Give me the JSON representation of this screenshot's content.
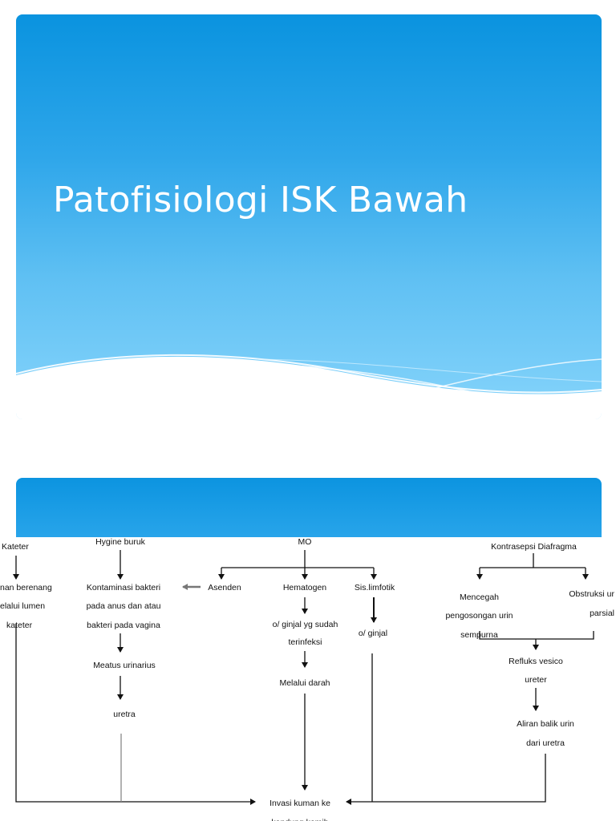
{
  "slide1": {
    "title": "Patofisiologi ISK Bawah"
  },
  "diagram": {
    "kateter": "Kateter",
    "hygine": "Hygine buruk",
    "mo": "MO",
    "kontrasepsi": "Kontrasepsi Diafragma",
    "berenang": [
      "nan berenang",
      "elalui lumen",
      "kateter"
    ],
    "kontaminasi": [
      "Kontaminasi bakteri",
      "pada anus dan atau",
      "bakteri pada vagina"
    ],
    "asenden": "Asenden",
    "hematogen": "Hematogen",
    "limfotik": "Sis.limfotik",
    "mencegah": [
      "Mencegah",
      "pengosongan urin",
      "sempurna"
    ],
    "obstruksi": [
      "Obstruksi ur",
      "parsial"
    ],
    "ginjal_infeksi": [
      "o/ ginjal yg sudah",
      "terinfeksi"
    ],
    "ginjal": "o/ ginjal",
    "meatus": "Meatus urinarius",
    "refluks": [
      "Refluks vesico",
      "ureter"
    ],
    "melalui_darah": "Melalui darah",
    "uretra": "uretra",
    "aliran": [
      "Aliran balik urin",
      "dari uretra"
    ],
    "invasi": [
      "Invasi kuman ke",
      "kandung kemih"
    ]
  }
}
